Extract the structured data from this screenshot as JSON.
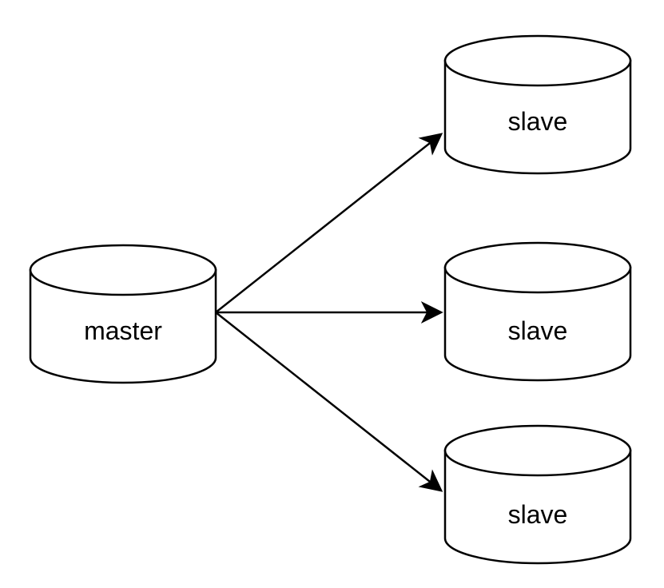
{
  "diagram": {
    "type": "database-replication-topology",
    "background_color": "#ffffff",
    "node_shape": "database-cylinder",
    "node_fill_color": "#ffffff",
    "node_stroke_color": "#000000",
    "arrow_color": "#000000",
    "nodes": [
      {
        "id": "master",
        "label": "master",
        "role": "source"
      },
      {
        "id": "slave-top",
        "label": "slave",
        "role": "replica"
      },
      {
        "id": "slave-middle",
        "label": "slave",
        "role": "replica"
      },
      {
        "id": "slave-bottom",
        "label": "slave",
        "role": "replica"
      }
    ],
    "edges": [
      {
        "from": "master",
        "to": "slave-top",
        "style": "solid-arrow"
      },
      {
        "from": "master",
        "to": "slave-middle",
        "style": "solid-arrow"
      },
      {
        "from": "master",
        "to": "slave-bottom",
        "style": "solid-arrow"
      }
    ]
  }
}
